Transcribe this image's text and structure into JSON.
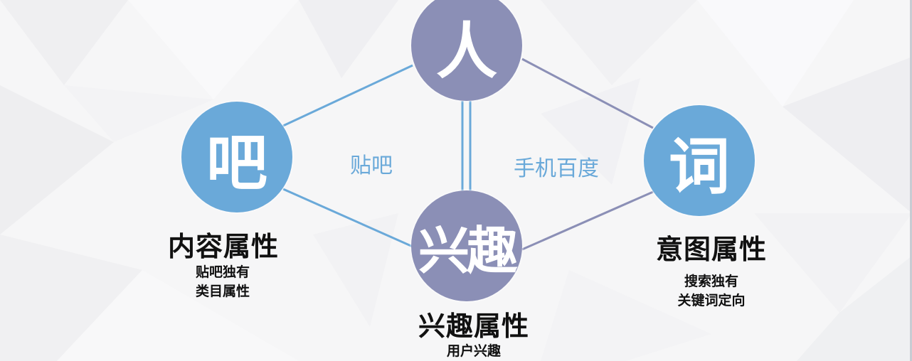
{
  "nodes": {
    "person": {
      "glyph": "人",
      "color": "#8b8fb6"
    },
    "tieba": {
      "glyph": "吧",
      "color": "#6aa9d9"
    },
    "keyword": {
      "glyph": "词",
      "color": "#6aa9d9"
    },
    "interest": {
      "glyph": "兴趣",
      "color": "#8b8fb6"
    }
  },
  "edge_labels": {
    "tieba": "贴吧",
    "mobile_baidu": "手机百度"
  },
  "attributes": {
    "content": {
      "title": "内容属性",
      "lines": [
        "贴吧独有",
        "类目属性"
      ]
    },
    "intent": {
      "title": "意图属性",
      "lines": [
        "搜索独有",
        "关键词定向"
      ]
    },
    "interest": {
      "title": "兴趣属性",
      "lines": [
        "用户兴趣"
      ]
    }
  },
  "colors": {
    "blue": "#6aa9d9",
    "purple": "#8b8fb6",
    "text": "#111111"
  }
}
